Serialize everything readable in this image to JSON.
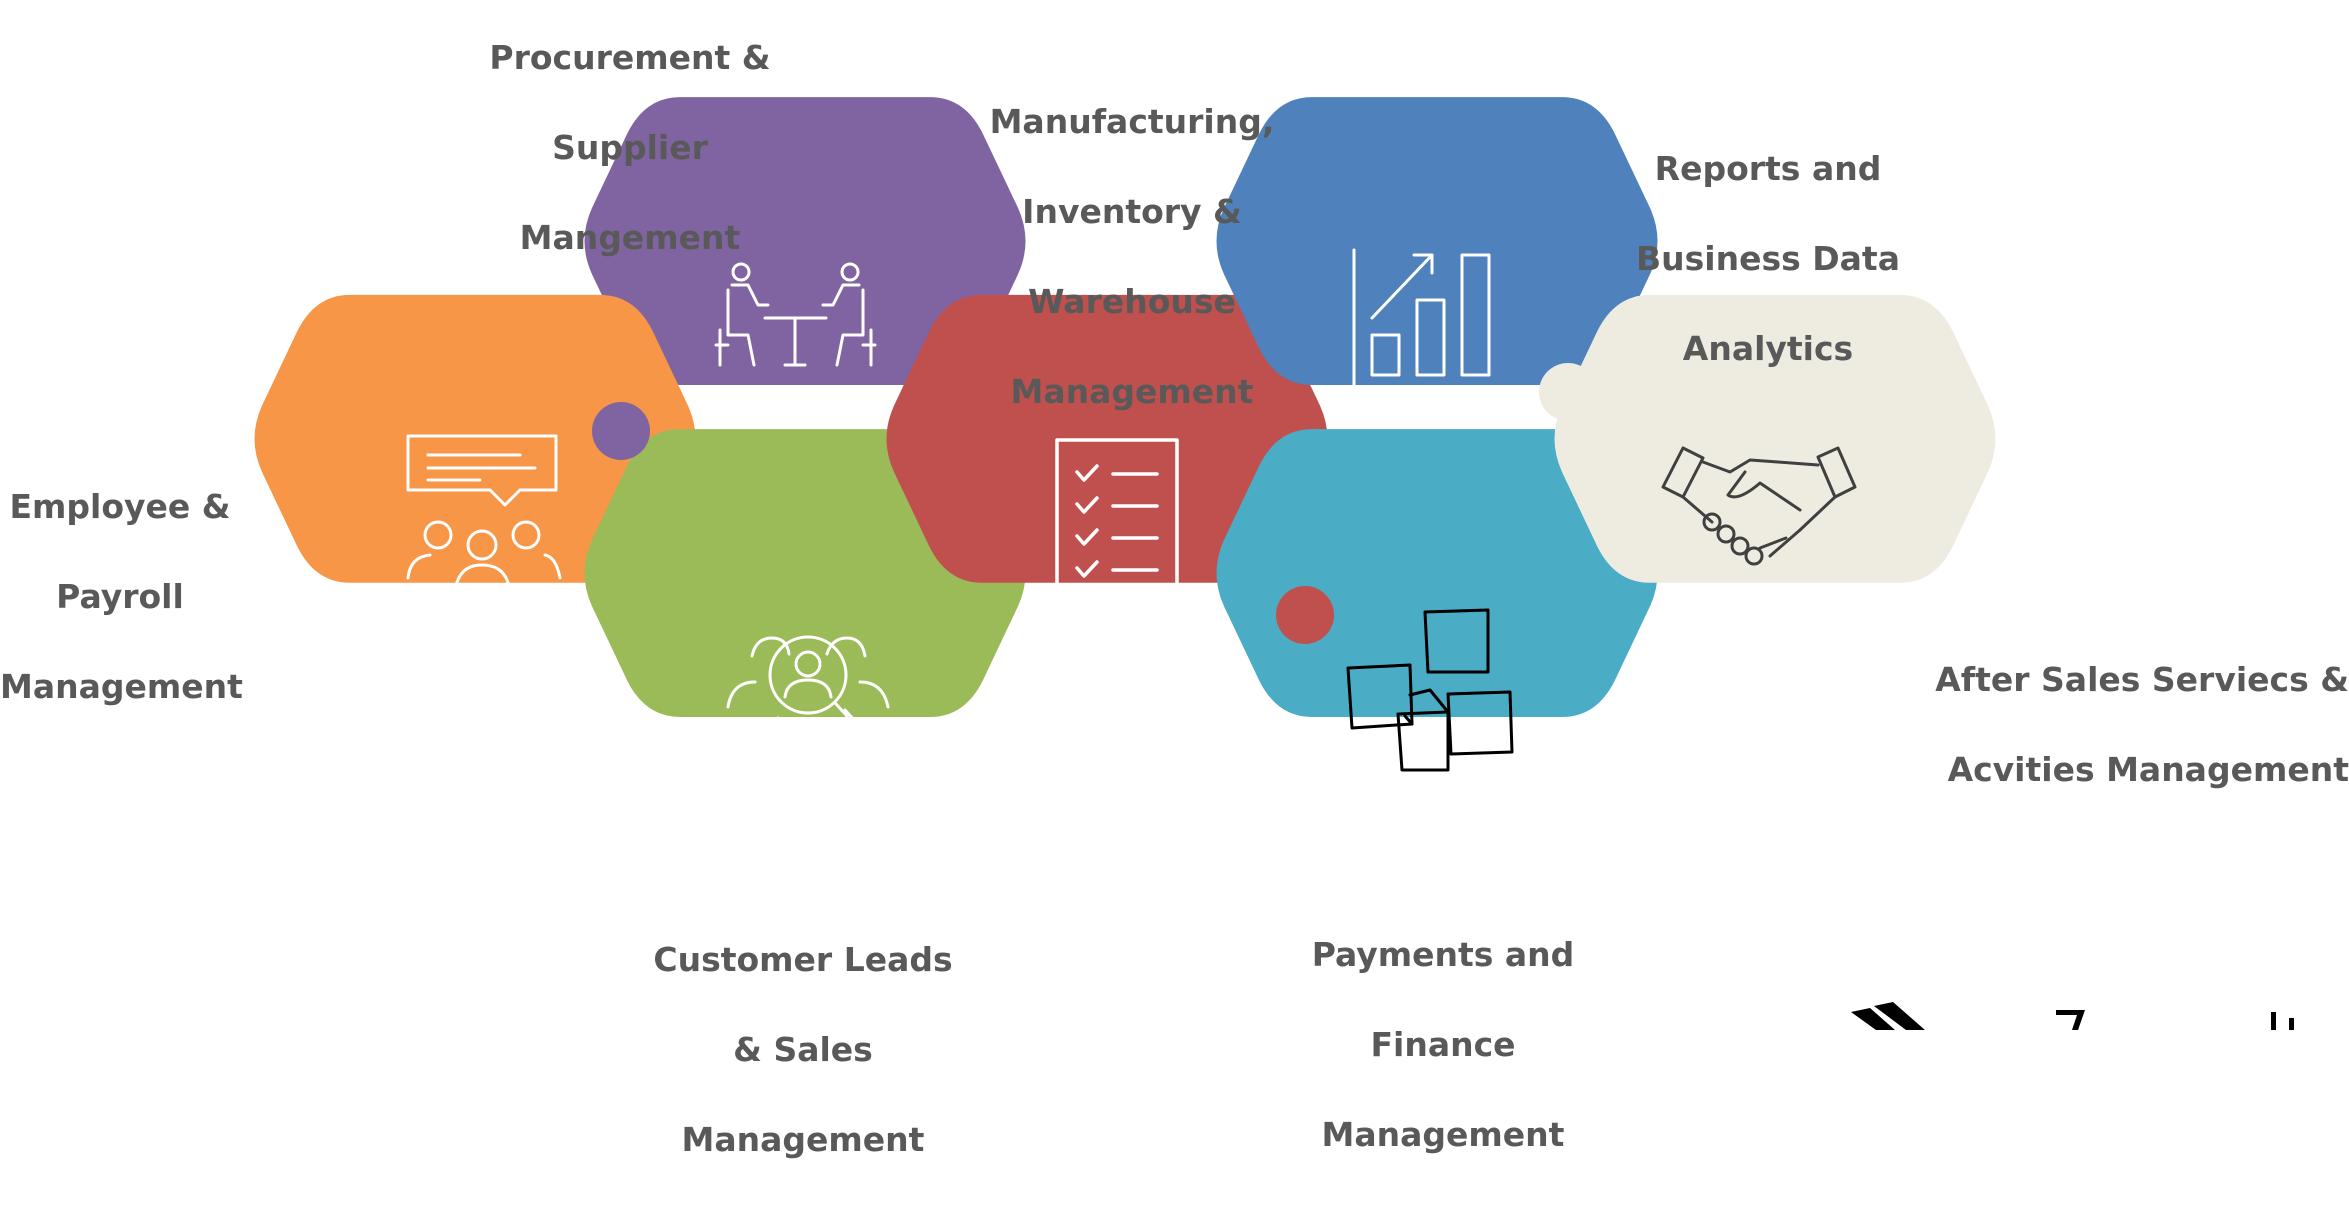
{
  "modules": [
    {
      "id": "procurement",
      "label_lines": [
        "Procurement &",
        "Supplier",
        "Mangement"
      ],
      "color": "#8064A2",
      "icon": "meeting-table-icon"
    },
    {
      "id": "manufacturing",
      "label_lines": [
        "Manufacturing,",
        "Inventory &",
        "Warehouse",
        "Management"
      ],
      "color": "#C0504D",
      "icon": "checklist-icon"
    },
    {
      "id": "reports",
      "label_lines": [
        "Reports and",
        "Business Data",
        "Analytics"
      ],
      "color": "#4F81BD",
      "icon": "bar-chart-icon"
    },
    {
      "id": "employee",
      "label_lines": [
        "Employee &",
        "Payroll",
        "Management"
      ],
      "color": "#F79646",
      "icon": "team-chat-icon"
    },
    {
      "id": "after_sales",
      "label_lines": [
        "After Sales Serviecs &",
        "Acvities Management"
      ],
      "color": "#EEECE1",
      "icon": "handshake-icon"
    },
    {
      "id": "customer",
      "label_lines": [
        "Customer Leads",
        "& Sales",
        "Management"
      ],
      "color": "#9BBB59",
      "icon": "customer-search-icon"
    },
    {
      "id": "payments",
      "label_lines": [
        "Payments and",
        "Finance",
        "Management"
      ],
      "color": "#4BACC6",
      "icon": "sticky-notes-icon"
    }
  ],
  "text_color": "#595959",
  "logo": {
    "icon": "brand-logo-partial-icon",
    "color": "#000000"
  }
}
